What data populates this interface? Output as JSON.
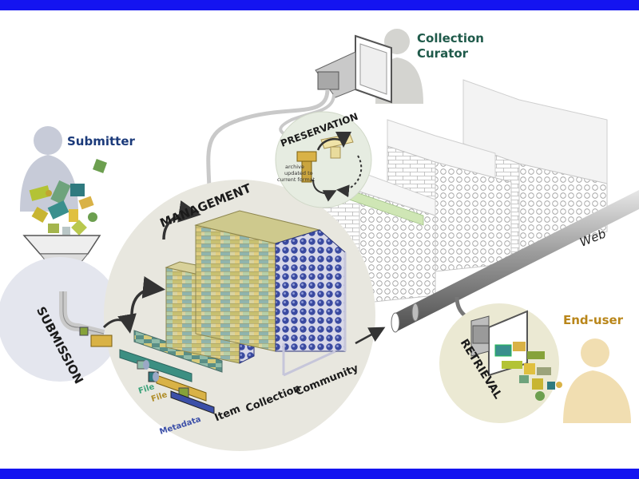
{
  "colors": {
    "frame_blue": "#1414f0",
    "title_green": "#1f5a4a",
    "title_navy": "#1b3a7a",
    "title_gold": "#b9861a",
    "file_green": "#3aa27a",
    "file_gold": "#b08d28",
    "metadata_blue": "#3b4fa8"
  },
  "actors": {
    "curator_line1": "Collection",
    "curator_line2": "Curator",
    "submitter": "Submitter",
    "end_user": "End-user"
  },
  "stages": {
    "submission": "SUBMISSION",
    "management": "MANAGEMENT",
    "preservation": "PRESERVATION",
    "retrieval": "RETRIEVAL"
  },
  "preservation_note": [
    "archive",
    "updated to",
    "current format"
  ],
  "web_label": "Web",
  "hierarchy": {
    "file1": "File",
    "file2": "File",
    "metadata": "Metadata",
    "item": "Item",
    "collection": "Collection",
    "community": "Community"
  }
}
